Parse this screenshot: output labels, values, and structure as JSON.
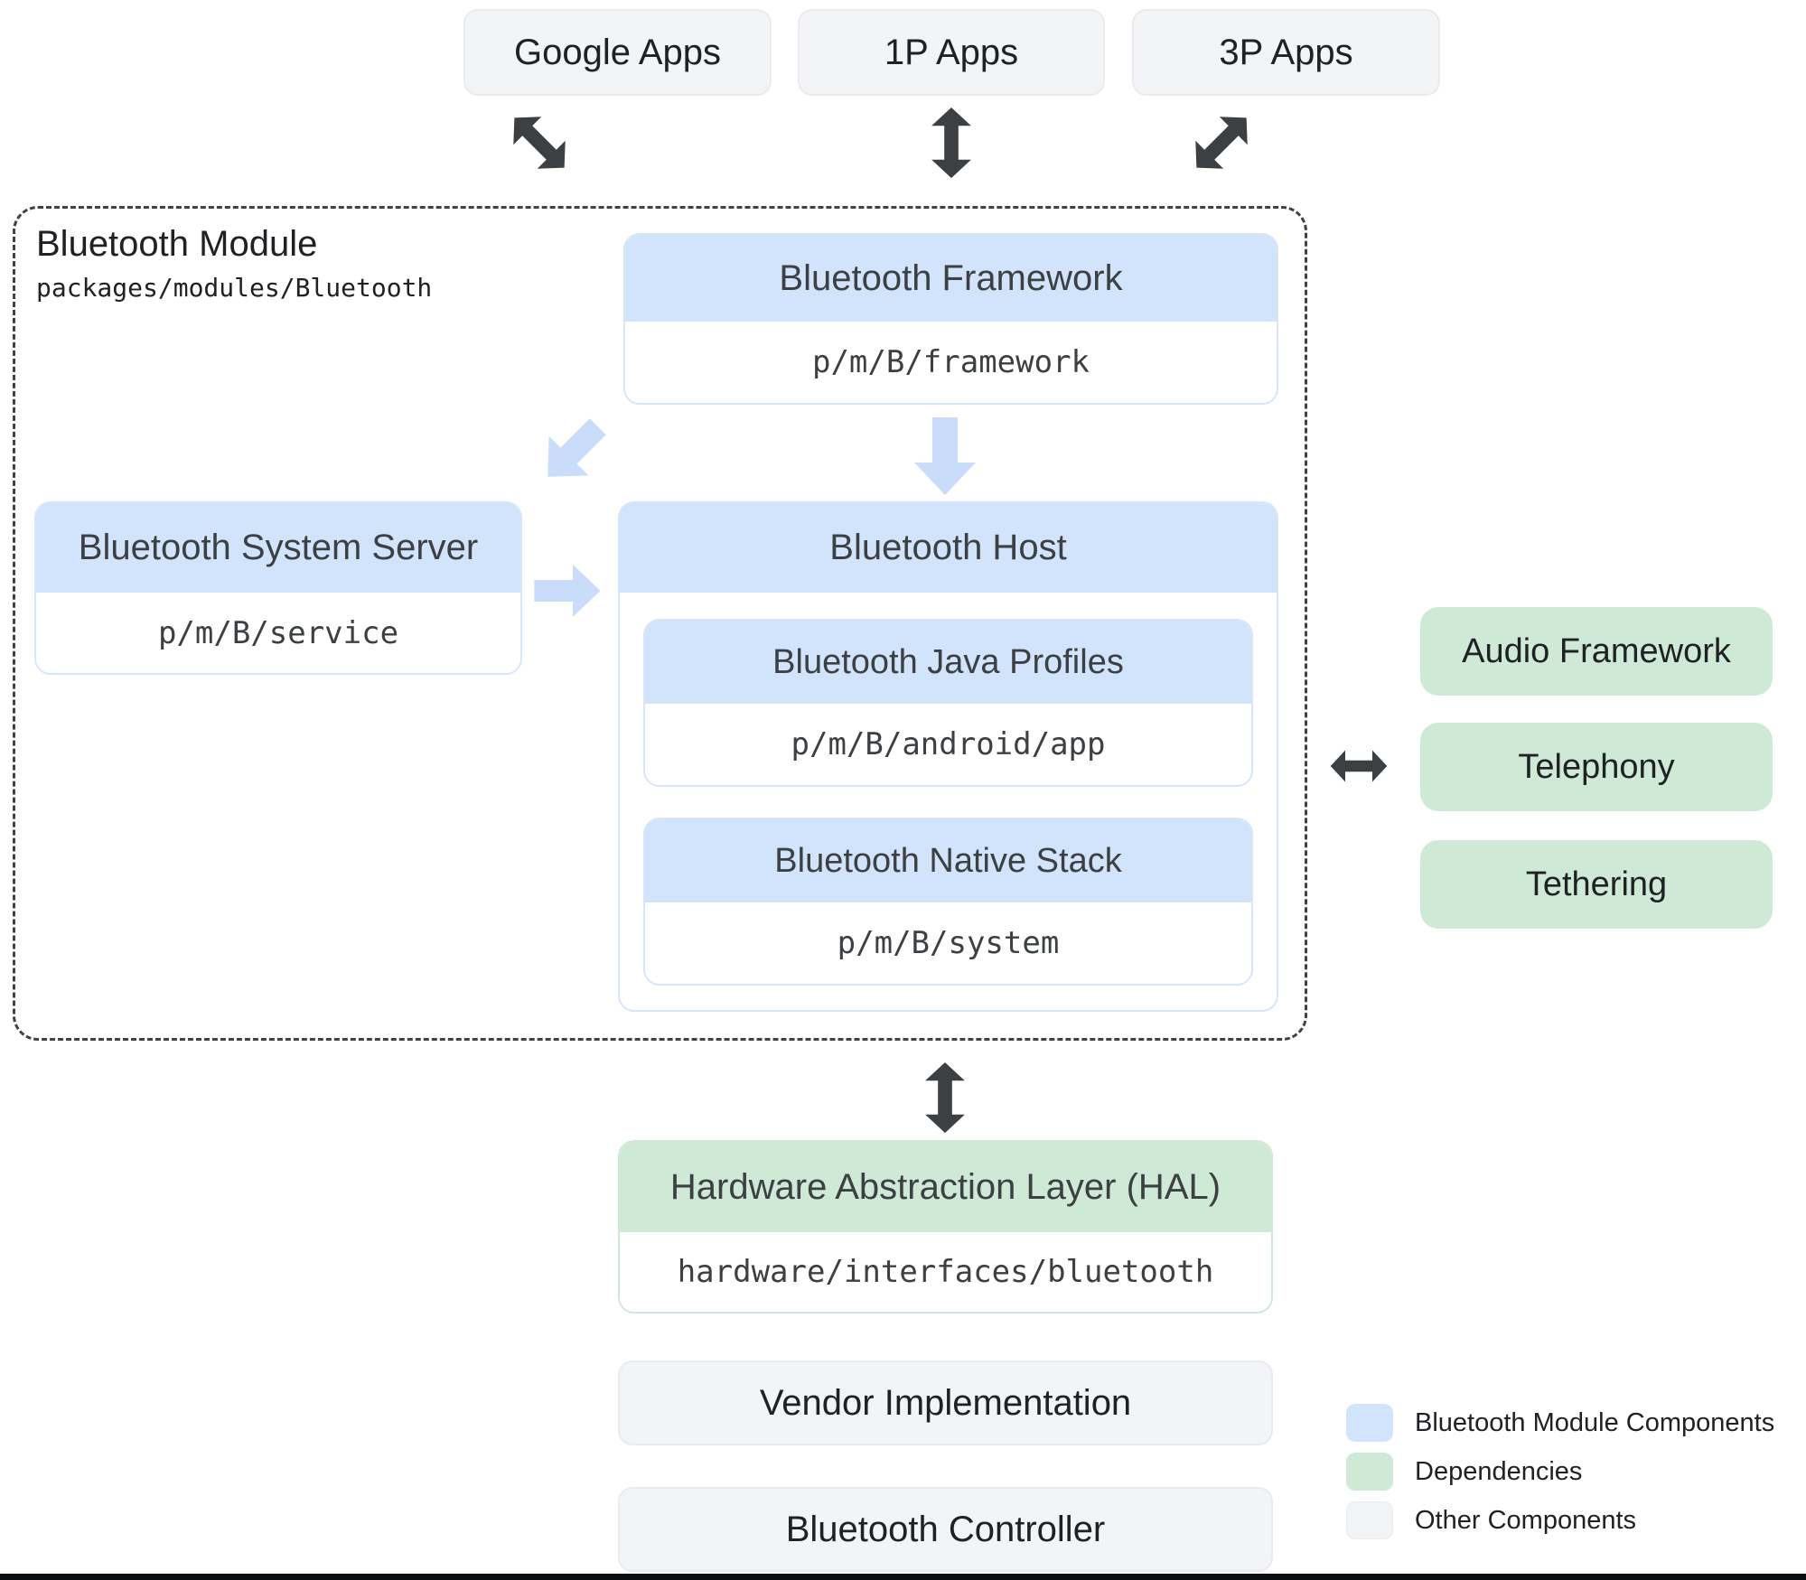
{
  "palette": {
    "module_component_blue": "#d2e3fc",
    "dependency_green": "#ceead6",
    "other_component_gray": "#f1f3f4",
    "arrow_dark": "#3c4043",
    "arrow_light": "#c9ddfb",
    "dashed_border": "#3f4347",
    "header_text": "#3c4043",
    "label_text": "#202124"
  },
  "apps_row": {
    "items": [
      {
        "label": "Google Apps"
      },
      {
        "label": "1P Apps"
      },
      {
        "label": "3P Apps"
      }
    ]
  },
  "module": {
    "title": "Bluetooth Module",
    "path": "packages/modules/Bluetooth",
    "framework": {
      "title": "Bluetooth Framework",
      "path": "p/m/B/framework"
    },
    "system_server": {
      "title": "Bluetooth System Server",
      "path": "p/m/B/service"
    },
    "host": {
      "title": "Bluetooth Host",
      "java_profiles": {
        "title": "Bluetooth Java Profiles",
        "path": "p/m/B/android/app"
      },
      "native_stack": {
        "title": "Bluetooth Native Stack",
        "path": "p/m/B/system"
      }
    }
  },
  "dependencies": {
    "items": [
      {
        "label": "Audio Framework"
      },
      {
        "label": "Telephony"
      },
      {
        "label": "Tethering"
      }
    ]
  },
  "hal": {
    "title": "Hardware Abstraction Layer (HAL)",
    "path": "hardware/interfaces/bluetooth"
  },
  "bottom": {
    "vendor_label": "Vendor Implementation",
    "controller_label": "Bluetooth Controller"
  },
  "legend": {
    "items": [
      {
        "label": "Bluetooth Module Components",
        "color": "#d2e3fc"
      },
      {
        "label": "Dependencies",
        "color": "#ceead6"
      },
      {
        "label": "Other Components",
        "color": "#f1f3f4"
      }
    ]
  }
}
